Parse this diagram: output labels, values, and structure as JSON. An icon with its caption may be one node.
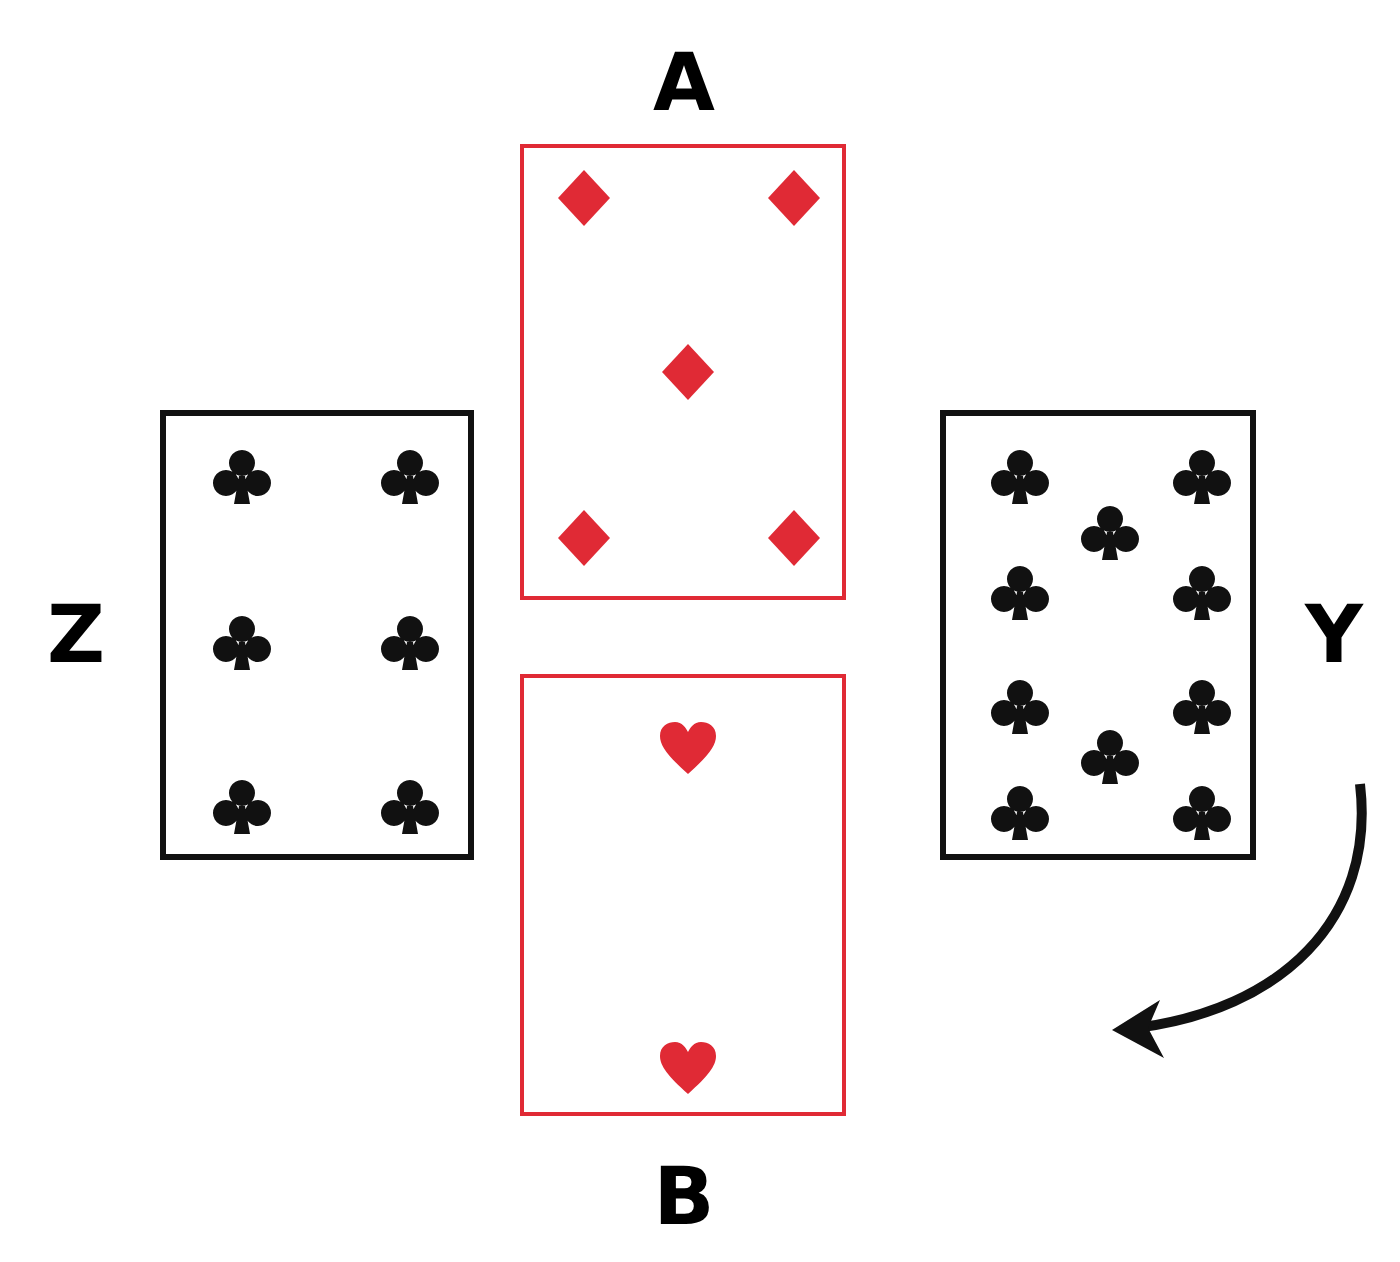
{
  "diagram": {
    "nodes": [
      {
        "text": [
          "A"
        ]
      },
      {
        "text": [
          "Z"
        ]
      },
      {
        "text": [
          "Y"
        ]
      },
      {
        "text": [
          "B"
        ]
      }
    ],
    "edges": []
  }
}
